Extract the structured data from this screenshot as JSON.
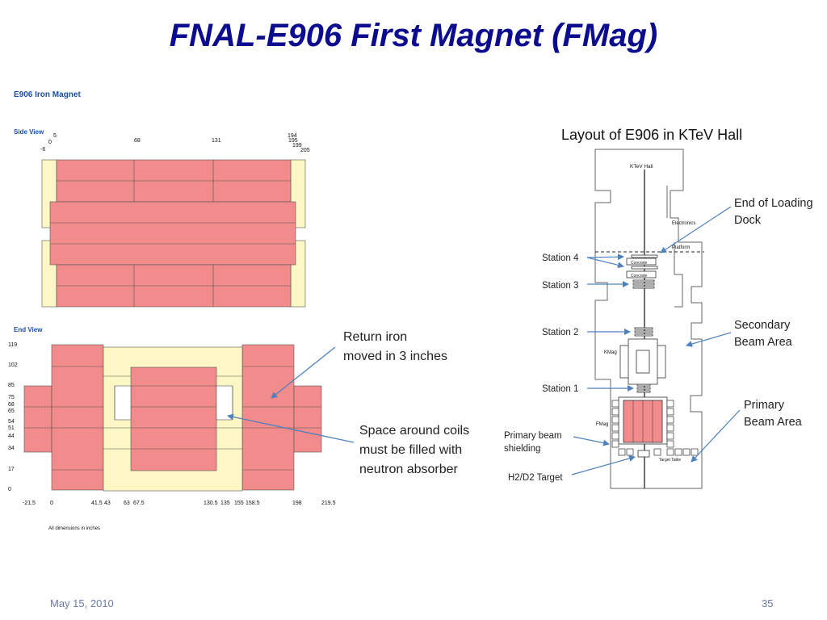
{
  "slide": {
    "title": "FNAL-E906 First Magnet (FMag)",
    "date": "May 15, 2010",
    "page_number": "35"
  },
  "left_figure": {
    "heading": "E906 Iron Magnet",
    "side_view": {
      "label": "Side View",
      "top_ticks": [
        "-6",
        "0",
        "5",
        "68",
        "131",
        "194",
        "195",
        "199",
        "205"
      ]
    },
    "end_view": {
      "label": "End View",
      "y_ticks": [
        "119",
        "102",
        "85",
        "75",
        "68",
        "65",
        "54",
        "51",
        "44",
        "34",
        "17",
        "0"
      ],
      "x_ticks": [
        "-21.5",
        "0",
        "41.5",
        "43",
        "63",
        "67.5",
        "130.5",
        "135",
        "155",
        "158.5",
        "198",
        "219.5"
      ]
    },
    "note": "All dimensions in inches"
  },
  "callouts": {
    "return_iron": [
      "Return iron",
      "moved in 3 inches"
    ],
    "space_coils": [
      "Space around coils",
      "must be filled with",
      "neutron absorber"
    ]
  },
  "right_figure": {
    "title": "Layout of E906 in KTeV Hall",
    "inner_labels": {
      "hall": "KTeV Hall",
      "electronics": "Electronics",
      "platform": "Platform",
      "concrete_1": "Concrete",
      "concrete_2": "Concrete",
      "kmag": "KMag",
      "fmag": "FMag",
      "target_table": "Target Table"
    },
    "stations": {
      "station_4": "Station 4",
      "station_3": "Station 3",
      "station_2": "Station 2",
      "station_1": "Station 1"
    },
    "left_labels": {
      "primary_beam_shielding": [
        "Primary beam",
        "shielding"
      ],
      "target": "H2/D2 Target"
    },
    "right_labels": {
      "loading_dock": [
        "End of Loading",
        "Dock"
      ],
      "secondary_beam_area": [
        "Secondary",
        "Beam Area"
      ],
      "primary_beam_area": [
        "Primary",
        "Beam Area"
      ]
    }
  },
  "colors": {
    "title": "#0c0c8f",
    "iron_red": "#f28b8b",
    "coil_yellow": "#fdf6c5",
    "arrow_blue": "#4f81bd",
    "footer": "#6b7aa6"
  }
}
